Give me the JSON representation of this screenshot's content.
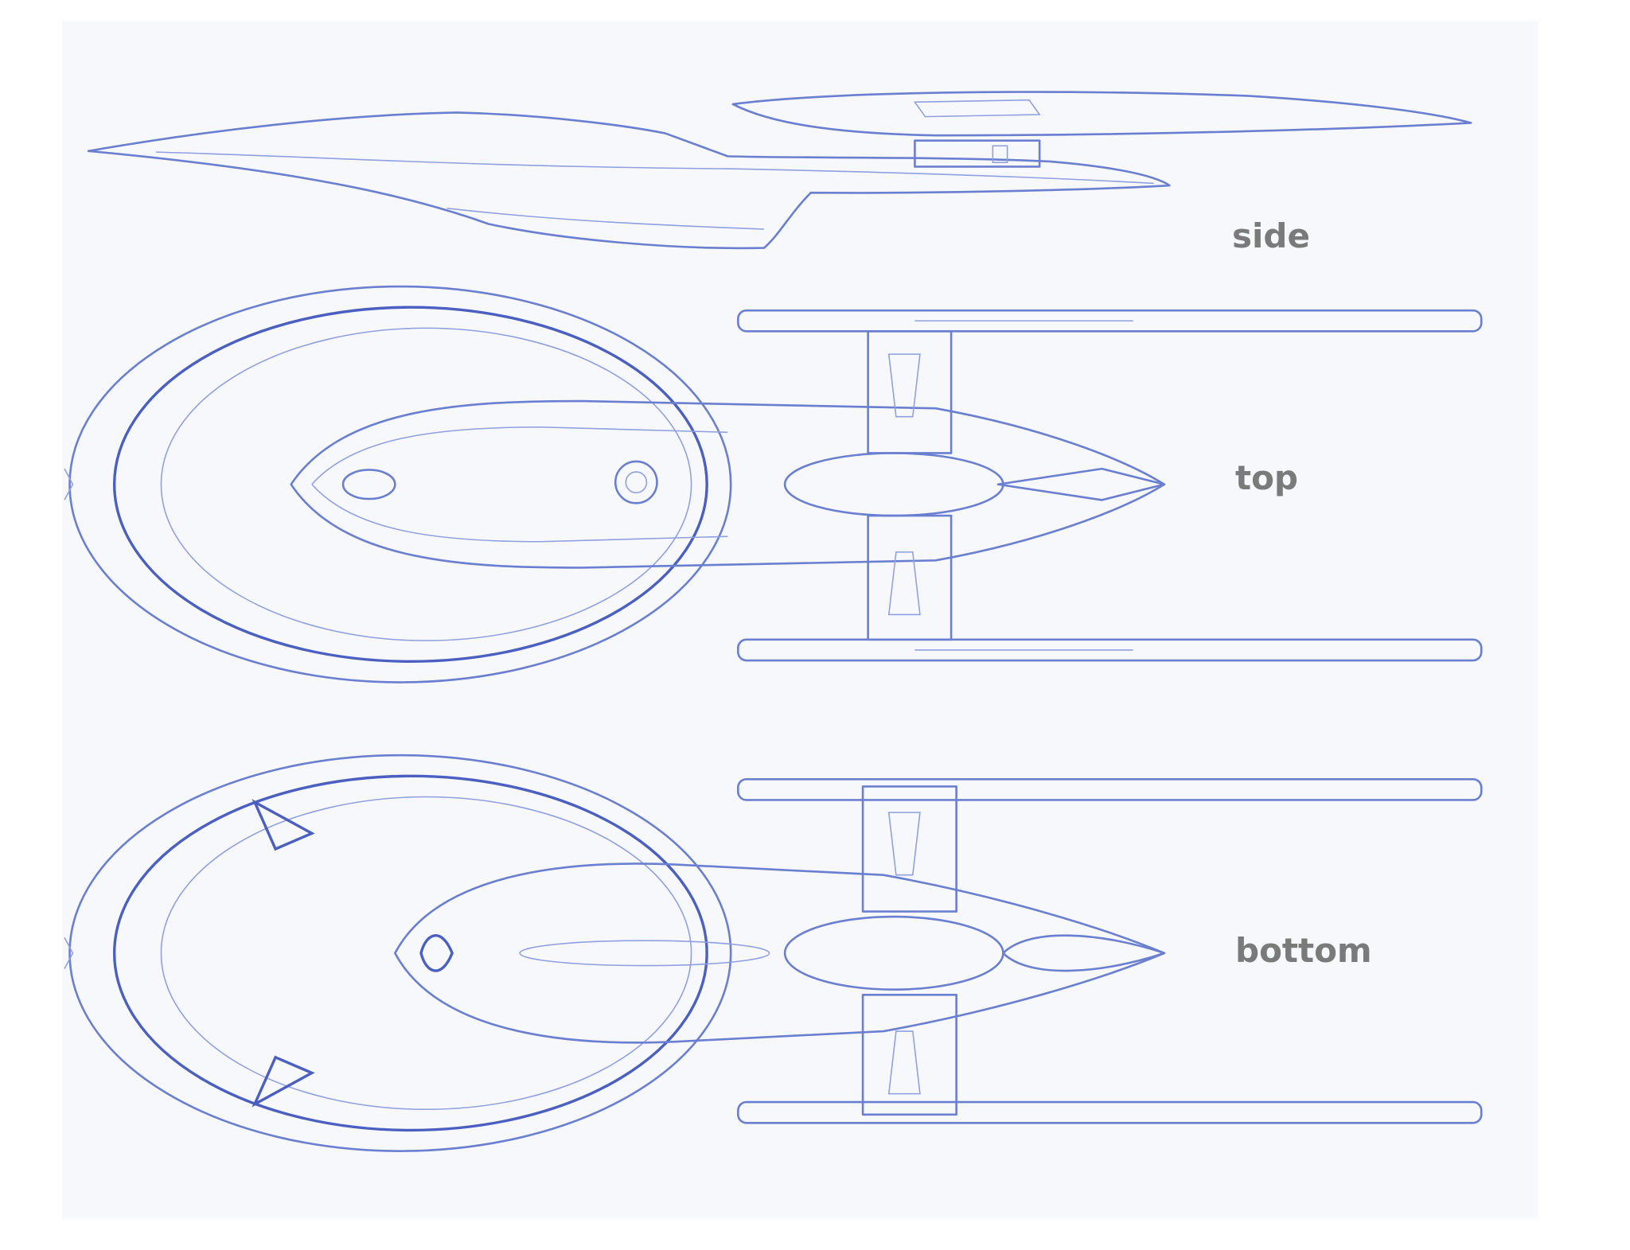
{
  "views": [
    {
      "id": "side",
      "label": "side"
    },
    {
      "id": "top",
      "label": "top"
    },
    {
      "id": "bottom",
      "label": "bottom"
    }
  ],
  "colors": {
    "sketch": "#6b7fd0",
    "label": "#7a7a7a"
  }
}
